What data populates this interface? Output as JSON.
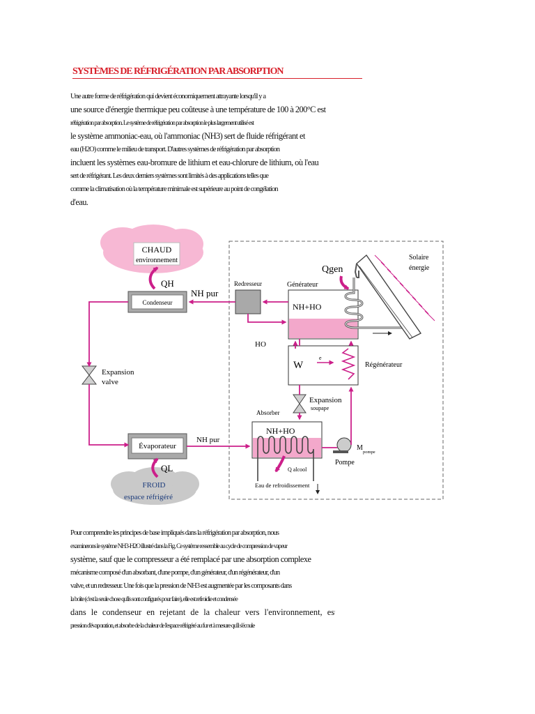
{
  "title": "SYSTÈMES DE RÉFRIGÉRATION PAR ABSORPTION",
  "intro_lines": [
    {
      "text": "Une autre forme de réfrigération qui devient économiquement attrayante lorsqu'il y a",
      "style": "c"
    },
    {
      "text": "une source d'énergie thermique peu coûteuse à une température de 100 à 200°C est",
      "style": "n"
    },
    {
      "text": "réfrigération par absorption. Le système de réfrigération par absorption le plus largement utilisé est",
      "style": "t"
    },
    {
      "text": "le système ammoniac-eau, où l'ammoniac (NH3) sert de fluide réfrigérant et",
      "style": "n"
    },
    {
      "text": "eau (H2O) comme le milieu de transport. D'autres systèmes de réfrigération par absorption",
      "style": "c"
    },
    {
      "text": "incluent les systèmes eau-bromure de lithium et eau-chlorure de lithium, où l'eau",
      "style": "n"
    },
    {
      "text": "sert de réfrigérant. Les deux derniers systèmes sont limités à des applications telles que",
      "style": "c"
    },
    {
      "text": "comme la climatisation où la température minimale est supérieure au point de congélation",
      "style": "c"
    },
    {
      "text": "d'eau.",
      "style": "n"
    }
  ],
  "diagram": {
    "chaud": "CHAUD",
    "environnement": "environnement",
    "qh": "QH",
    "condenseur": "Condenseur",
    "nh_pur_top": "NH pur",
    "redresseur": "Redresseur",
    "qgen": "Qgen",
    "generateur": "Générateur",
    "nh_ho_gen": "NH+HO",
    "solaire": "Solaire",
    "energie": "énergie",
    "ho": "HO",
    "w_label": "W",
    "w_sub": "e",
    "regenerateur": "Régénérateur",
    "expansion_valve_1": "Expansion",
    "expansion_valve_2": "valve",
    "expansion_soupape_1": "Expansion",
    "expansion_soupape_2": "soupape",
    "absorber": "Absorber",
    "evaporateur": "Évaporateur",
    "nh_pur_bottom": "NH pur",
    "nh_ho_abs": "NH+HO",
    "m_label": "M",
    "m_sub": "pompe",
    "pompe": "Pompe",
    "qalcool": "Q alcool",
    "eau_refroidissement": "Eau de refroidissement",
    "ql": "QL",
    "froid": "FROID",
    "espace": "espace réfrigéré"
  },
  "closing_lines": [
    {
      "text": "Pour comprendre les principes de base impliqués dans la réfrigération par absorption, nous",
      "style": "c"
    },
    {
      "text": "examinerons le système NH3-H2O illustré dans la Fig. Ce système ressemble au cycle de compression de vapeur",
      "style": "t"
    },
    {
      "text": "système, sauf que le compresseur a été remplacé par une absorption complexe",
      "style": "n"
    },
    {
      "text": "mécanisme composé d'un absorbant, d'une pompe, d'un générateur, d'un régénérateur, d'un",
      "style": "c"
    },
    {
      "text": "valve, et un redresseur. Une fois que la pression de NH3 est augmentée par les composants dans",
      "style": "c"
    },
    {
      "text": "la boîte (c'est la seule chose qu'ils sont configurés pour faire), elle est refroidie et condensée",
      "style": "t"
    },
    {
      "text": "dans le condenseur en rejetant de la chaleur vers l'environnement, est détendu à",
      "style": "j"
    },
    {
      "text": "pression d'évaporation, et absorbe de la chaleur de l'espace réfrigéré au fur et à mesure qu'il s'écoule",
      "style": "t"
    }
  ],
  "colors": {
    "accent_red": "#d8202a",
    "flow_magenta": "#cc1f8a",
    "liquid_pink": "#f3a8cb",
    "hot_cloud": "#f7b8d4",
    "cold_cloud": "#c9c9c9",
    "box_gray": "#a9a9a9"
  }
}
